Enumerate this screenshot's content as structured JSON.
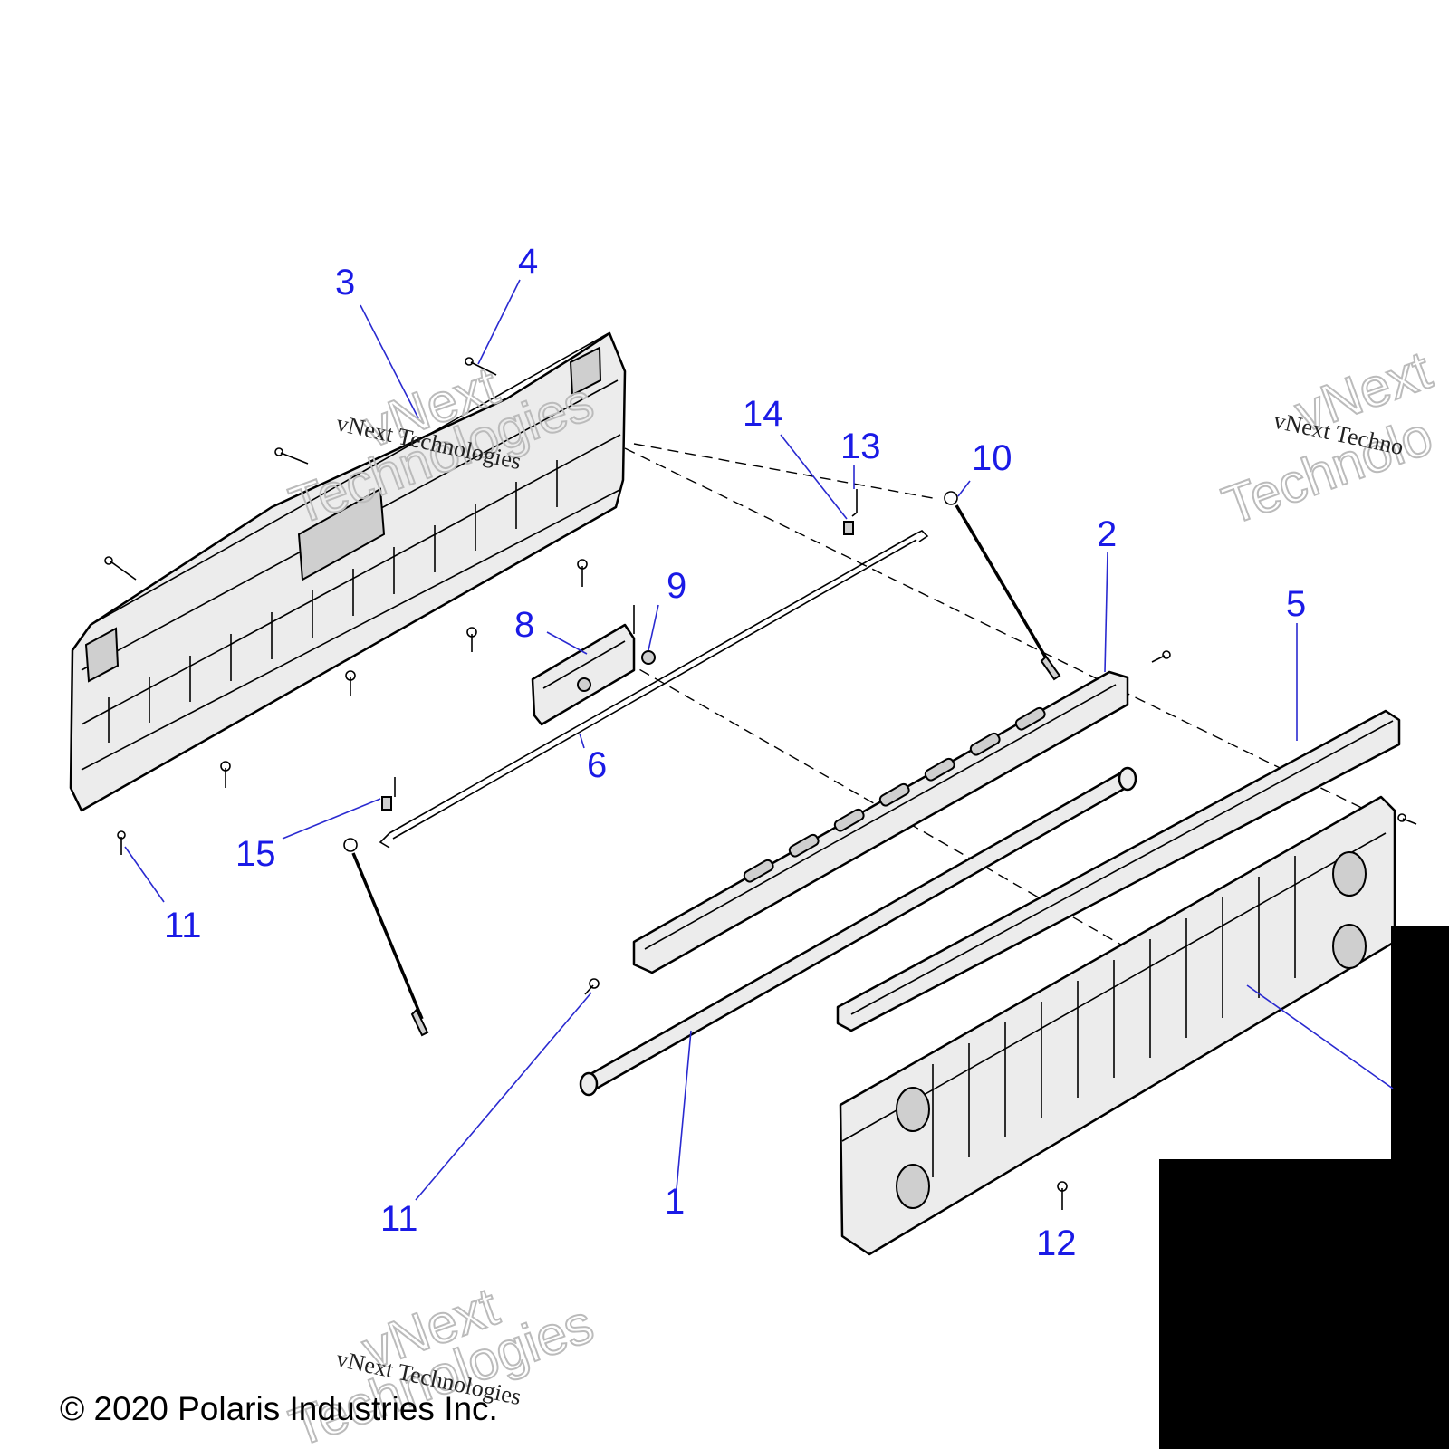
{
  "callouts": [
    {
      "id": "callout-1",
      "label": "1"
    },
    {
      "id": "callout-2",
      "label": "2"
    },
    {
      "id": "callout-3",
      "label": "3"
    },
    {
      "id": "callout-4",
      "label": "4"
    },
    {
      "id": "callout-5",
      "label": "5"
    },
    {
      "id": "callout-6",
      "label": "6"
    },
    {
      "id": "callout-8",
      "label": "8"
    },
    {
      "id": "callout-9",
      "label": "9"
    },
    {
      "id": "callout-10",
      "label": "10"
    },
    {
      "id": "callout-11a",
      "label": "11"
    },
    {
      "id": "callout-11b",
      "label": "11"
    },
    {
      "id": "callout-12",
      "label": "12"
    },
    {
      "id": "callout-13",
      "label": "13"
    },
    {
      "id": "callout-14",
      "label": "14"
    },
    {
      "id": "callout-15",
      "label": "15"
    }
  ],
  "callout_color": "#1a1ae6",
  "leader_color": "#2a2ad0",
  "copyright": "© 2020 Polaris Industries Inc.",
  "watermark": {
    "line": "vNext Technologies",
    "outline_top": "vNext",
    "outline_bottom": "Technologies",
    "outline_right_top": "vNext",
    "outline_right_bottom": "Technolo",
    "serif_right": "vNext Techno"
  }
}
